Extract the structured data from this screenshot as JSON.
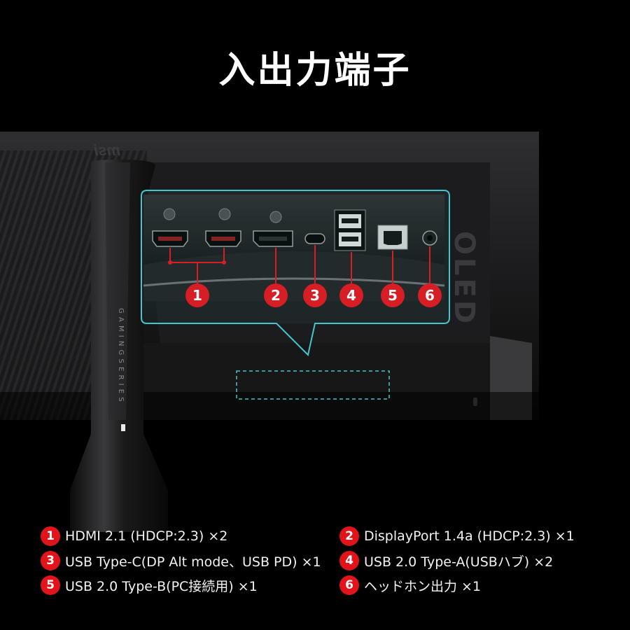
{
  "title": "入出力端子",
  "brand": {
    "logo_text": "msi",
    "vertical_text": "G A M I N G  S E R I E S",
    "side_text": "OLED"
  },
  "colors": {
    "accent_red": "#e1141b",
    "callout_cyan": "#43c6cf",
    "background": "#000000"
  },
  "markers": [
    {
      "num": "1"
    },
    {
      "num": "2"
    },
    {
      "num": "3"
    },
    {
      "num": "4"
    },
    {
      "num": "5"
    },
    {
      "num": "6"
    }
  ],
  "legend": [
    {
      "num": "1",
      "text": "HDMI 2.1 (HDCP:2.3) ×2"
    },
    {
      "num": "2",
      "text": "DisplayPort 1.4a (HDCP:2.3) ×1"
    },
    {
      "num": "3",
      "text": "USB Type-C(DP Alt mode、USB PD) ×1"
    },
    {
      "num": "4",
      "text": "USB 2.0 Type-A(USBハブ) ×2"
    },
    {
      "num": "5",
      "text": "USB 2.0 Type-B(PC接続用) ×1"
    },
    {
      "num": "6",
      "text": "ヘッドホン出力 ×1"
    }
  ]
}
